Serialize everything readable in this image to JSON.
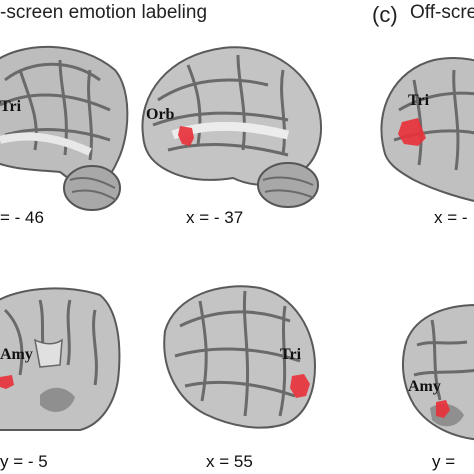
{
  "headings": {
    "panel_b": "-screen emotion labeling",
    "panel_c_letter": "(c)",
    "panel_c_text": "Off-scre"
  },
  "coordinates": {
    "top_left": "= - 46",
    "top_middle": "x = - 37",
    "top_right": "x = -",
    "bottom_left": "y = - 5",
    "bottom_middle": "x = 55",
    "bottom_right": "y ="
  },
  "regions": {
    "top_left": "Tri",
    "top_middle": "Orb",
    "top_right": "Tri",
    "bottom_left": "Amy",
    "bottom_middle": "Tri",
    "bottom_right": "Amy"
  },
  "colors": {
    "activation": "#e8323c",
    "brain_light": "#d9d9d9",
    "brain_dark": "#6e6e6e",
    "background": "#ffffff"
  }
}
